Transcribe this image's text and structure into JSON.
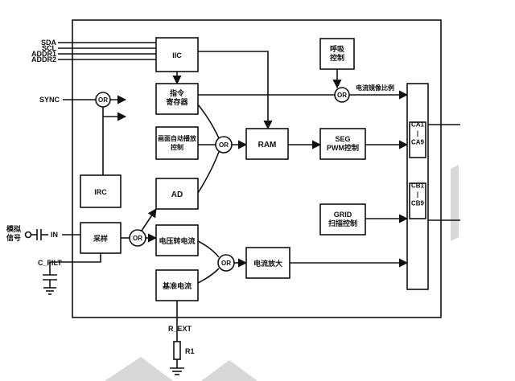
{
  "pins": {
    "sda": "SDA",
    "scl": "SCL",
    "addr1": "ADDR1",
    "addr2": "ADDR2",
    "sync": "SYNC",
    "analog_signal": "模拟\n信号",
    "in": "IN",
    "c_filt": "C_FILT",
    "r_ext": "R_EXT",
    "r1": "R1"
  },
  "blocks": {
    "iic": "IIC",
    "cmd_register": "指令\n寄存器",
    "auto_breath_control": "画面自动播放\n控制",
    "ad": "AD",
    "irc": "IRC",
    "sample": "采样",
    "v_to_i": "电压转电流",
    "ref_current": "基准电流",
    "ram": "RAM",
    "breath_control": "呼吸\n控制",
    "seg_pwm": "SEG\nPWM控制",
    "grid_scan": "GRID\n扫描控制",
    "current_amp": "电流放大",
    "current_mirror_ratio": "电流镜像比例",
    "ca": "CA1\n|\nCA9",
    "cb": "CB1\n|\nCB9"
  },
  "gates": {
    "or_label": "OR"
  }
}
